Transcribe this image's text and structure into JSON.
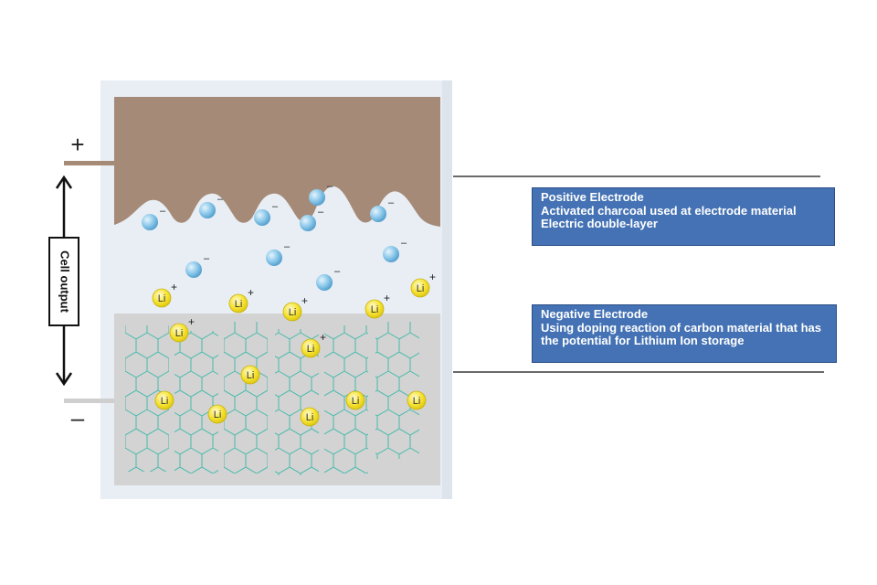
{
  "terminals": {
    "positive": "+",
    "negative": "–"
  },
  "cell_output_label": "Cell output",
  "ion_labels": {
    "lithium": "Li",
    "anion_charge": "–",
    "cation_charge": "+"
  },
  "callouts": {
    "positive": {
      "title": "Positive Electrode",
      "line1": "Activated charcoal used at electrode material",
      "line2": "Electric double-layer"
    },
    "negative": {
      "title": "Negative Electrode",
      "line1": "Using doping reaction of carbon material that has the potential for Lithium Ion storage"
    }
  },
  "colors": {
    "positive_electrode": "#a58a78",
    "negative_electrode": "#d3d3d3",
    "electrolyte": "#e8eef4",
    "carbon_lattice": "#39b8a6",
    "anion": "#88c4e8",
    "lithium_ion": "#f3e02a",
    "callout_fill": "#4472b4"
  }
}
